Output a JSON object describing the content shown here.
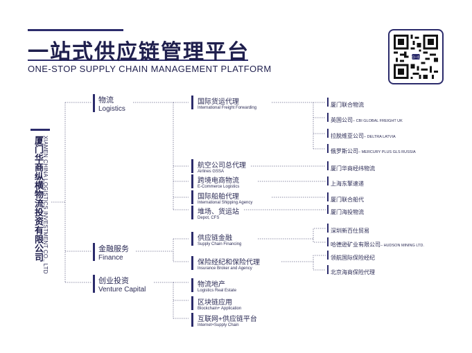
{
  "header": {
    "title_cn": "一站式供应链管理平台",
    "title_en": "ONE-STOP SUPPLY CHAIN MANAGEMENT PLATFORM"
  },
  "qr": {
    "badge": "扫一扫"
  },
  "company": {
    "name_cn": "厦门华商纵横物流投资有限公司",
    "name_en": "XIAMEN CHINA LOGISTICS INVESTMENT CO., LTD"
  },
  "level1": [
    {
      "cn": "物流",
      "en": "Logistics"
    },
    {
      "cn": "金融服务",
      "en": "Finance"
    },
    {
      "cn": "创业投资",
      "en": "Venture Capital"
    }
  ],
  "level2": [
    {
      "cn": "国际货运代理",
      "en": "International Freight Forwarding"
    },
    {
      "cn": "航空公司总代理",
      "en": "Airlines GSSA"
    },
    {
      "cn": "跨境电商物流",
      "en": "E-Commerce Logistics"
    },
    {
      "cn": "国际船舶代理",
      "en": "International Shipping Agency"
    },
    {
      "cn": "堆场、货运站",
      "en": "Depot, CFS"
    },
    {
      "cn": "供应链金融",
      "en": "Supply Chain Financing"
    },
    {
      "cn": "保险经纪和保险代理",
      "en": "Insurance Broker and Agency"
    },
    {
      "cn": "物流地产",
      "en": "Logistics Real Estate"
    },
    {
      "cn": "区块链应用",
      "en": "Blockchain+ Application"
    },
    {
      "cn": "互联网+供应链平台",
      "en": "Internet+Supply Chain"
    }
  ],
  "level3": [
    {
      "cn": "厦门联合物流",
      "sub": ""
    },
    {
      "cn": "英国公司",
      "sub": "– CBI GLOBAL FREIGHT UK"
    },
    {
      "cn": "拉脱维亚公司",
      "sub": "– DELTRA LATVIA"
    },
    {
      "cn": "俄罗斯公司",
      "sub": "– MERCURY PLUS GLS RUSSIA"
    },
    {
      "cn": "厦门华商经纬物流",
      "sub": ""
    },
    {
      "cn": "上海东擎速递",
      "sub": ""
    },
    {
      "cn": "厦门联合船代",
      "sub": ""
    },
    {
      "cn": "厦门海投物流",
      "sub": ""
    },
    {
      "cn": "深圳新百仕贸易",
      "sub": ""
    },
    {
      "cn": "哈德逊矿业有限公司",
      "sub": "– HUDSON MINING LTD."
    },
    {
      "cn": "领航国际保险经纪",
      "sub": ""
    },
    {
      "cn": "北京海商保险代理",
      "sub": ""
    }
  ]
}
